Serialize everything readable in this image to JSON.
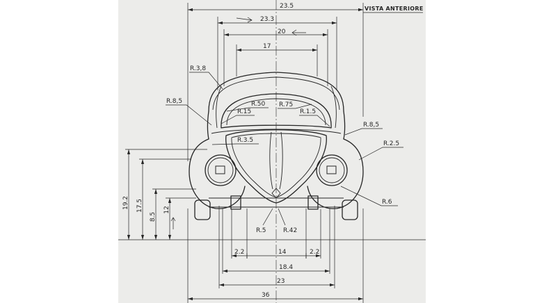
{
  "view_title": "VISTA ANTERIORE",
  "top_dims": [
    "23.5",
    "23.3",
    "20",
    "17"
  ],
  "radius_labels": [
    "R.3,8",
    "R.8,5",
    "R.50",
    "R.15",
    "R.75",
    "R.1.5",
    "R.8,5",
    "R.3.5",
    "R.2.5",
    "R.6",
    "R.5",
    "R.42"
  ],
  "height_dims": [
    "19.2",
    "17.5",
    "8.5",
    "12"
  ],
  "bottom_dims": [
    "2.2",
    "14",
    "2.2",
    "18.4",
    "23",
    "36"
  ],
  "colors": {
    "paper": "#ececea",
    "ink": "#262626",
    "background": "#ffffff"
  }
}
